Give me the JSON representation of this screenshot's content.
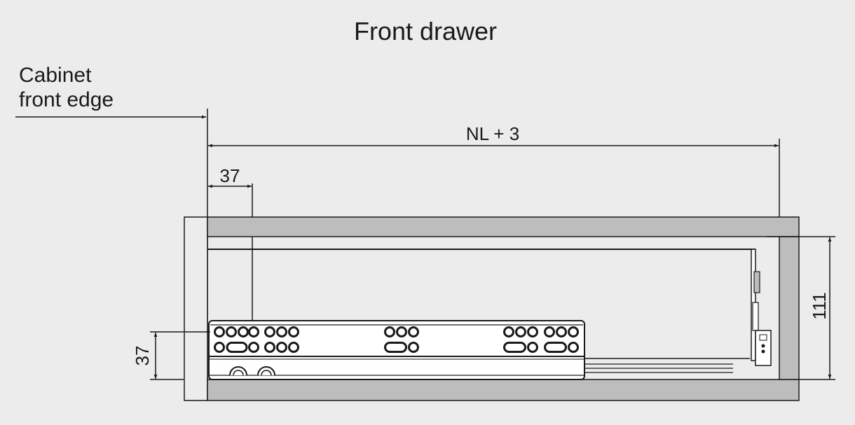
{
  "diagram": {
    "title": "Front drawer",
    "reference_label": {
      "line1": "Cabinet",
      "line2": "front edge"
    },
    "dimensions": {
      "overall_length": "NL + 3",
      "front_offset": "37",
      "vertical_offset": "37",
      "height": "111"
    },
    "colors": {
      "background": "#ececec",
      "panel_fill": "#bdbdbd",
      "stroke": "#1a1a1a",
      "text": "#1a1a1a"
    }
  }
}
